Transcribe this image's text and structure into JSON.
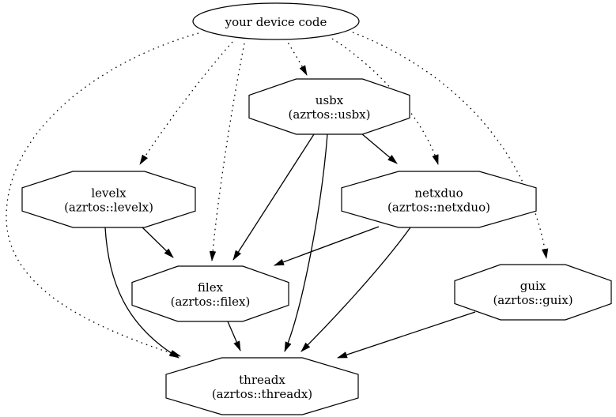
{
  "diagram": {
    "type": "dependency-graph",
    "background_color": "#ffffff",
    "node_fill_color": "#ffffff",
    "line_color": "#000000",
    "text_color": "#000000",
    "nodes": [
      {
        "id": "your-device-code",
        "label": "your device code",
        "shape": "ellipse"
      },
      {
        "id": "usbx",
        "label": "usbx",
        "sublabel": "(azrtos::usbx)",
        "shape": "octagon"
      },
      {
        "id": "levelx",
        "label": "levelx",
        "sublabel": "(azrtos::levelx)",
        "shape": "octagon"
      },
      {
        "id": "netxduo",
        "label": "netxduo",
        "sublabel": "(azrtos::netxduo)",
        "shape": "octagon"
      },
      {
        "id": "filex",
        "label": "filex",
        "sublabel": "(azrtos::filex)",
        "shape": "octagon"
      },
      {
        "id": "guix",
        "label": "guix",
        "sublabel": "(azrtos::guix)",
        "shape": "octagon"
      },
      {
        "id": "threadx",
        "label": "threadx",
        "sublabel": "(azrtos::threadx)",
        "shape": "octagon"
      }
    ],
    "edges": [
      {
        "from": "your device code",
        "to": "usbx",
        "style": "dotted"
      },
      {
        "from": "your device code",
        "to": "levelx",
        "style": "dotted"
      },
      {
        "from": "your device code",
        "to": "netxduo",
        "style": "dotted"
      },
      {
        "from": "your device code",
        "to": "filex",
        "style": "dotted"
      },
      {
        "from": "your device code",
        "to": "guix",
        "style": "dotted"
      },
      {
        "from": "your device code",
        "to": "threadx",
        "style": "dotted"
      },
      {
        "from": "usbx",
        "to": "netxduo",
        "style": "solid"
      },
      {
        "from": "usbx",
        "to": "filex",
        "style": "solid"
      },
      {
        "from": "usbx",
        "to": "threadx",
        "style": "solid"
      },
      {
        "from": "levelx",
        "to": "filex",
        "style": "solid"
      },
      {
        "from": "levelx",
        "to": "threadx",
        "style": "solid"
      },
      {
        "from": "netxduo",
        "to": "filex",
        "style": "solid"
      },
      {
        "from": "netxduo",
        "to": "threadx",
        "style": "solid"
      },
      {
        "from": "filex",
        "to": "threadx",
        "style": "solid"
      },
      {
        "from": "guix",
        "to": "threadx",
        "style": "solid"
      }
    ]
  }
}
